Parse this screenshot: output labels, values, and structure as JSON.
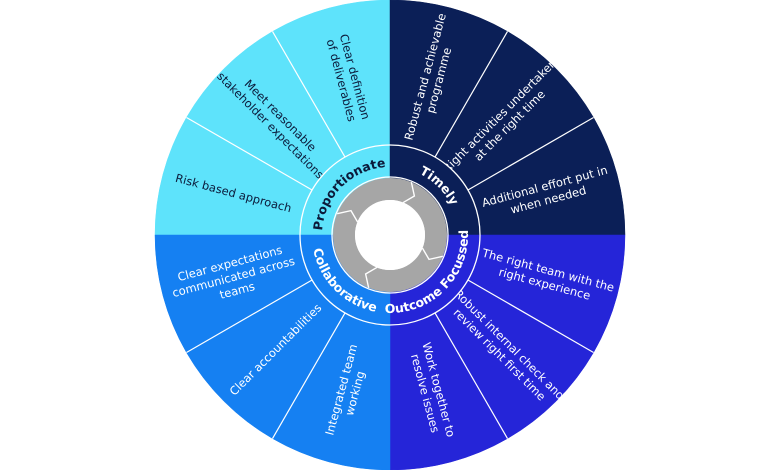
{
  "quadrants": [
    {
      "label": "Proportionate",
      "color": "#5ee3fb",
      "text_color": "#0b1a3a",
      "segments": [
        {
          "lines": [
            "Risk based approach"
          ]
        },
        {
          "lines": [
            "Meet reasonable",
            "stakeholder expectations"
          ]
        },
        {
          "lines": [
            "Clear definition",
            "of deliverables"
          ]
        }
      ]
    },
    {
      "label": "Timely",
      "color": "#0b1f57",
      "text_color": "#ffffff",
      "segments": [
        {
          "lines": [
            "Robust and achievable",
            "programme"
          ]
        },
        {
          "lines": [
            "Right activities undertaken",
            "at the right time"
          ]
        },
        {
          "lines": [
            "Additional effort put in",
            "when needed"
          ]
        }
      ]
    },
    {
      "label": "Outcome Focussed",
      "color": "#2525d8",
      "text_color": "#ffffff",
      "segments": [
        {
          "lines": [
            "The right team with the",
            "right experience"
          ]
        },
        {
          "lines": [
            "Robust internal check and",
            "review right first time"
          ]
        },
        {
          "lines": [
            "Work together to",
            "resolve issues"
          ]
        }
      ]
    },
    {
      "label": "Collaborative",
      "color": "#1580f2",
      "text_color": "#ffffff",
      "segments": [
        {
          "lines": [
            "Integrated team",
            "working"
          ]
        },
        {
          "lines": [
            "Clear accountabilities"
          ]
        },
        {
          "lines": [
            "Clear expectations",
            "communicated across",
            "teams"
          ]
        }
      ]
    }
  ],
  "center_ring_color": "#a6a6a6"
}
